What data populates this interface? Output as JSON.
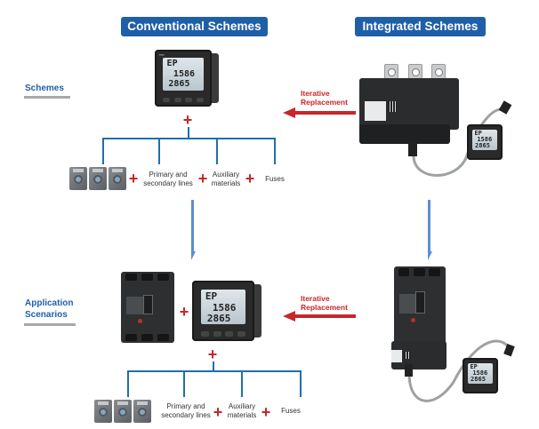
{
  "headers": {
    "conventional": "Conventional Schemes",
    "integrated": "Integrated Schemes"
  },
  "sections": {
    "schemes": "Schemes",
    "application_line1": "Application",
    "application_line2": "Scenarios"
  },
  "replacement": {
    "line1": "Iterative",
    "line2": "Replacement"
  },
  "items": {
    "primary_line1": "Primary and",
    "primary_line2": "secondary lines",
    "auxiliary_line1": "Auxiliary",
    "auxiliary_line2": "materials",
    "fuses": "Fuses"
  },
  "meter_display": {
    "line1": "EP",
    "line2": "1586",
    "line3": "2865"
  },
  "symbols": {
    "plus": "+"
  },
  "colors": {
    "header_blue": "#1f5fa8",
    "accent_red": "#c8262a",
    "tree_blue": "#1f6fb0",
    "arrow_blue": "#5b8fd0"
  }
}
